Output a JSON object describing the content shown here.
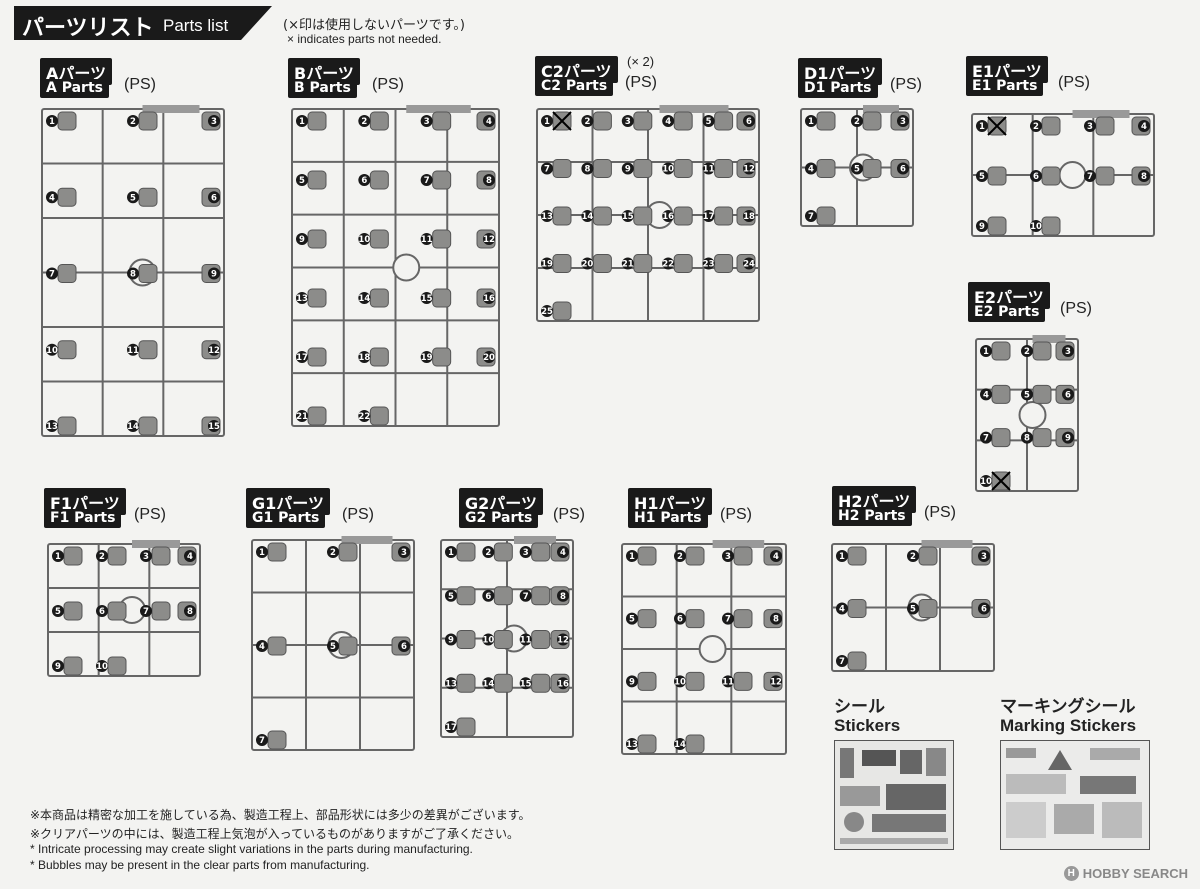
{
  "header": {
    "title_jp": "パーツリスト",
    "title_en": "Parts list",
    "note_jp": "(×印は使用しないパーツです。)",
    "note_en": "× indicates parts not needed."
  },
  "runners": {
    "A": {
      "jp": "Aパーツ",
      "en": "A Parts",
      "material": "(PS)",
      "count": 15
    },
    "B": {
      "jp": "Bパーツ",
      "en": "B Parts",
      "material": "(PS)",
      "count": 22
    },
    "C2": {
      "jp": "C2パーツ",
      "en": "C2 Parts",
      "material": "(PS)",
      "multiplier": "(× 2)",
      "count": 25
    },
    "D1": {
      "jp": "D1パーツ",
      "en": "D1 Parts",
      "material": "(PS)",
      "count": 7
    },
    "E1": {
      "jp": "E1パーツ",
      "en": "E1 Parts",
      "material": "(PS)",
      "count": 10
    },
    "E2": {
      "jp": "E2パーツ",
      "en": "E2 Parts",
      "material": "(PS)",
      "count": 10
    },
    "F1": {
      "jp": "F1パーツ",
      "en": "F1 Parts",
      "material": "(PS)",
      "count": 10
    },
    "G1": {
      "jp": "G1パーツ",
      "en": "G1 Parts",
      "material": "(PS)",
      "count": 7
    },
    "G2": {
      "jp": "G2パーツ",
      "en": "G2 Parts",
      "material": "(PS)",
      "count": 17
    },
    "H1": {
      "jp": "H1パーツ",
      "en": "H1 Parts",
      "material": "(PS)",
      "count": 14
    },
    "H2": {
      "jp": "H2パーツ",
      "en": "H2 Parts",
      "material": "(PS)",
      "count": 7
    }
  },
  "not_needed": {
    "C2": [
      1
    ],
    "E1": [
      1
    ],
    "E2": [
      10
    ]
  },
  "stickers": {
    "jp": "シール",
    "en": "Stickers"
  },
  "marking_stickers": {
    "jp": "マーキングシール",
    "en": "Marking Stickers"
  },
  "footnotes": {
    "jp1": "※本商品は精密な加工を施している為、製造工程上、部品形状には多少の差異がございます。",
    "jp2": "※クリアパーツの中には、製造工程上気泡が入っているものがありますがご了承ください。",
    "en1": "* Intricate processing may create slight variations in the parts during manufacturing.",
    "en2": "* Bubbles may be present in the clear parts from manufacturing."
  },
  "watermark": "HOBBY SEARCH"
}
